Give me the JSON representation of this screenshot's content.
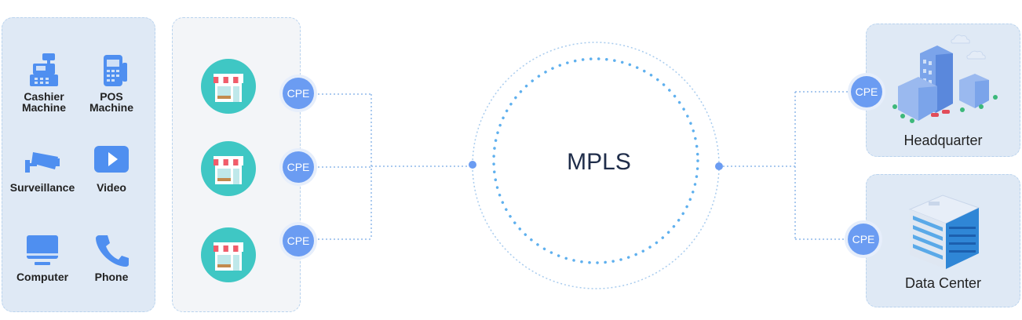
{
  "devices": [
    {
      "label": "Cashier Machine",
      "icon": "cash-register-icon"
    },
    {
      "label": "POS Machine",
      "icon": "pos-terminal-icon"
    },
    {
      "label": "Surveillance",
      "icon": "cctv-camera-icon"
    },
    {
      "label": "Video",
      "icon": "video-camera-icon"
    },
    {
      "label": "Computer",
      "icon": "monitor-icon"
    },
    {
      "label": "Phone",
      "icon": "phone-icon"
    }
  ],
  "stores": [
    {
      "icon": "store-icon"
    },
    {
      "icon": "store-icon"
    },
    {
      "icon": "store-icon"
    }
  ],
  "cpe_label": "CPE",
  "core": {
    "label": "MPLS"
  },
  "sites": [
    {
      "label": "Headquarter",
      "icon": "headquarters-building-icon"
    },
    {
      "label": "Data Center",
      "icon": "data-center-building-icon"
    }
  ],
  "colors": {
    "accent": "#6b9cf2",
    "store": "#3fc7c4",
    "panel": "#dfe9f5",
    "line": "#8fb9ea",
    "icon": "#4f8ff0"
  }
}
